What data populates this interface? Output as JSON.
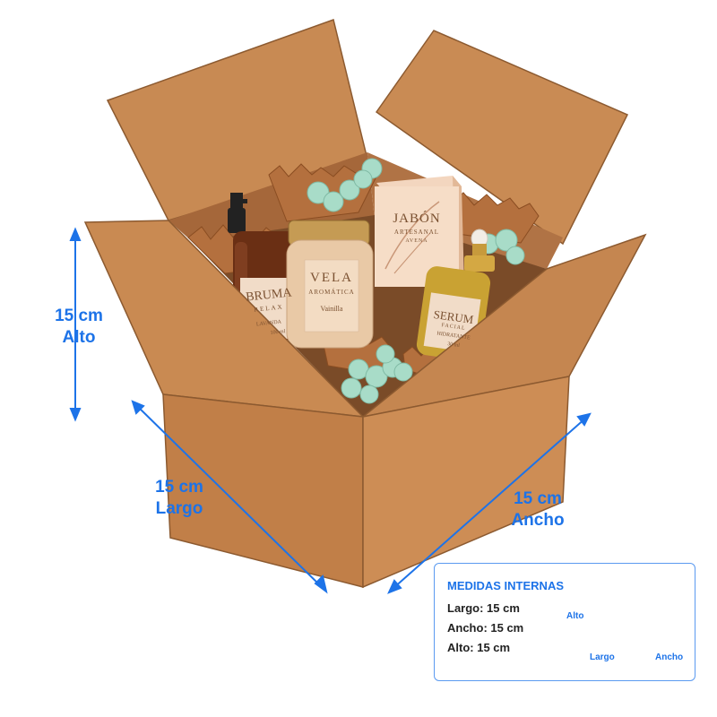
{
  "dimensions": {
    "alto": {
      "value": "15 cm",
      "label": "Alto"
    },
    "largo": {
      "value": "15 cm",
      "label": "Largo"
    },
    "ancho": {
      "value": "15 cm",
      "label": "Ancho"
    }
  },
  "products": {
    "bruma": {
      "name": "BRUMA",
      "subtitle": "RELAX",
      "scent": "LAVANDA",
      "volume": "100 ml"
    },
    "vela": {
      "name": "VELA",
      "subtitle": "AROMÁTICA",
      "scent": "Vainilla"
    },
    "jabon": {
      "name": "JABÓN",
      "subtitle": "ARTESANAL",
      "scent": "AVENA"
    },
    "serum": {
      "name": "SERUM",
      "subtitle": "FACIAL",
      "scent": "HIDRATANTE",
      "volume": "30 ml"
    }
  },
  "info_box": {
    "title": "MEDIDAS INTERNAS",
    "lines": [
      "Largo: 15 cm",
      "Ancho: 15 cm",
      "Alto: 15 cm"
    ],
    "mini_labels": {
      "alto": "Alto",
      "largo": "Largo",
      "ancho": "Ancho"
    }
  },
  "colors": {
    "accent": "#1d73e8",
    "cardboard": "#c98a52",
    "cardboard_dark": "#a9693a",
    "filler_mint": "#a8dcc8"
  }
}
